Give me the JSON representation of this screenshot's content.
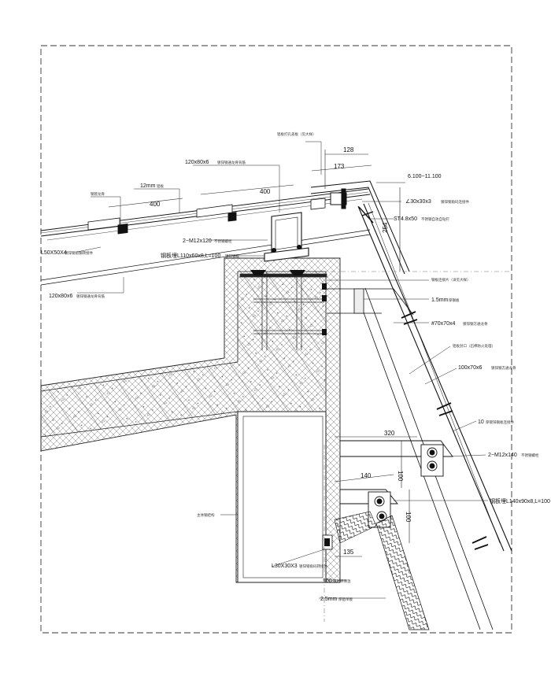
{
  "dimensions": {
    "d128": "128",
    "d173": "173",
    "d400a": "400",
    "d400b": "400",
    "d254": "254",
    "d320": "320",
    "d100a": "100",
    "d140": "140",
    "d100b": "100",
    "d135": "135"
  },
  "labels": {
    "top_sensor": "铝板打孔盖板（见大样）",
    "beam_top": "120x80x6",
    "beam_top_note": "镀锌钢通龙骨背筋",
    "skin": "12mm",
    "skin_note": "铝板",
    "elev": "6.100~11.100",
    "angle30": "∠30x30x3",
    "angle30_note": "镀锌钢角码连接件",
    "screw": "ST4.8x50",
    "screw_note": "不锈钢自攻自钻钉",
    "top_left_note": "钢管龙骨",
    "l50": "L50X50X4",
    "l50_note": "镀锌钢角钢转接件",
    "bolt_m12_120": "2−M12x120",
    "bolt_m12_120_note": "不锈钢螺栓",
    "embed_110": "钢板埋L110x60x8,L=100",
    "embed_110_note": "镀锌钢板",
    "beam_low": "120x80x6",
    "beam_low_note": "镀锌钢通龙骨背筋",
    "right_note_a": "钢板连接片（详见大样）",
    "plate15": "1.5mm",
    "plate15_note": "厚钢板",
    "pipe70": "#70x70x4",
    "pipe70_note": "镀锌钢方通龙骨",
    "right_note_b": "铝板封口（石棉防火处理）",
    "pipe100": "100x70x6",
    "pipe100_note": "镀锌钢方通龙骨",
    "r10": "10",
    "r10_note": "厚镀锌钢板连接件",
    "bolt_m12_140": "2−M12x140",
    "bolt_m12_140_note": "不锈钢螺栓",
    "embed_140": "钢板埋L140x90x8,L=100",
    "beam_main": "主体钢结构",
    "l30": "L30X30X3",
    "l30_note": "镀锌钢角码转接件",
    "p100": "100",
    "p100_note": "厚岩棉保温",
    "p25": "2.5mm",
    "p25_note": "厚铝单板"
  }
}
